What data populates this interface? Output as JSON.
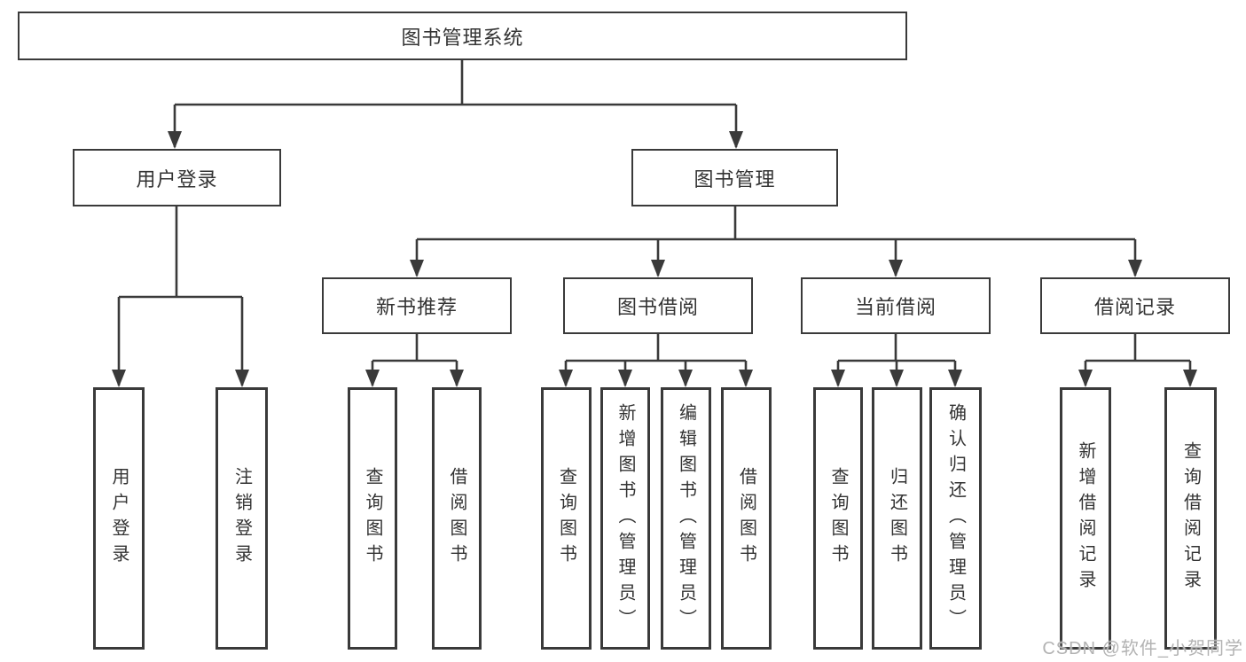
{
  "diagram": {
    "root": {
      "label": "图书管理系统"
    },
    "branches": [
      {
        "label": "用户登录",
        "children": [
          {
            "label": "用户登录"
          },
          {
            "label": "注销登录"
          }
        ]
      },
      {
        "label": "图书管理",
        "children": [
          {
            "label": "新书推荐",
            "children": [
              {
                "label": "查询图书"
              },
              {
                "label": "借阅图书"
              }
            ]
          },
          {
            "label": "图书借阅",
            "children": [
              {
                "label": "查询图书"
              },
              {
                "label": "新增图书（管理员）"
              },
              {
                "label": "编辑图书（管理员）"
              },
              {
                "label": "借阅图书"
              }
            ]
          },
          {
            "label": "当前借阅",
            "children": [
              {
                "label": "查询图书"
              },
              {
                "label": "归还图书"
              },
              {
                "label": "确认归还（管理员）"
              }
            ]
          },
          {
            "label": "借阅记录",
            "children": [
              {
                "label": "新增借阅记录"
              },
              {
                "label": "查询借阅记录"
              }
            ]
          }
        ]
      }
    ]
  },
  "watermark": "CSDN @软件_小贺同学",
  "colors": {
    "line": "#3a3a3a",
    "text": "#333333",
    "background": "#ffffff",
    "watermark": "#b3b3b3"
  }
}
